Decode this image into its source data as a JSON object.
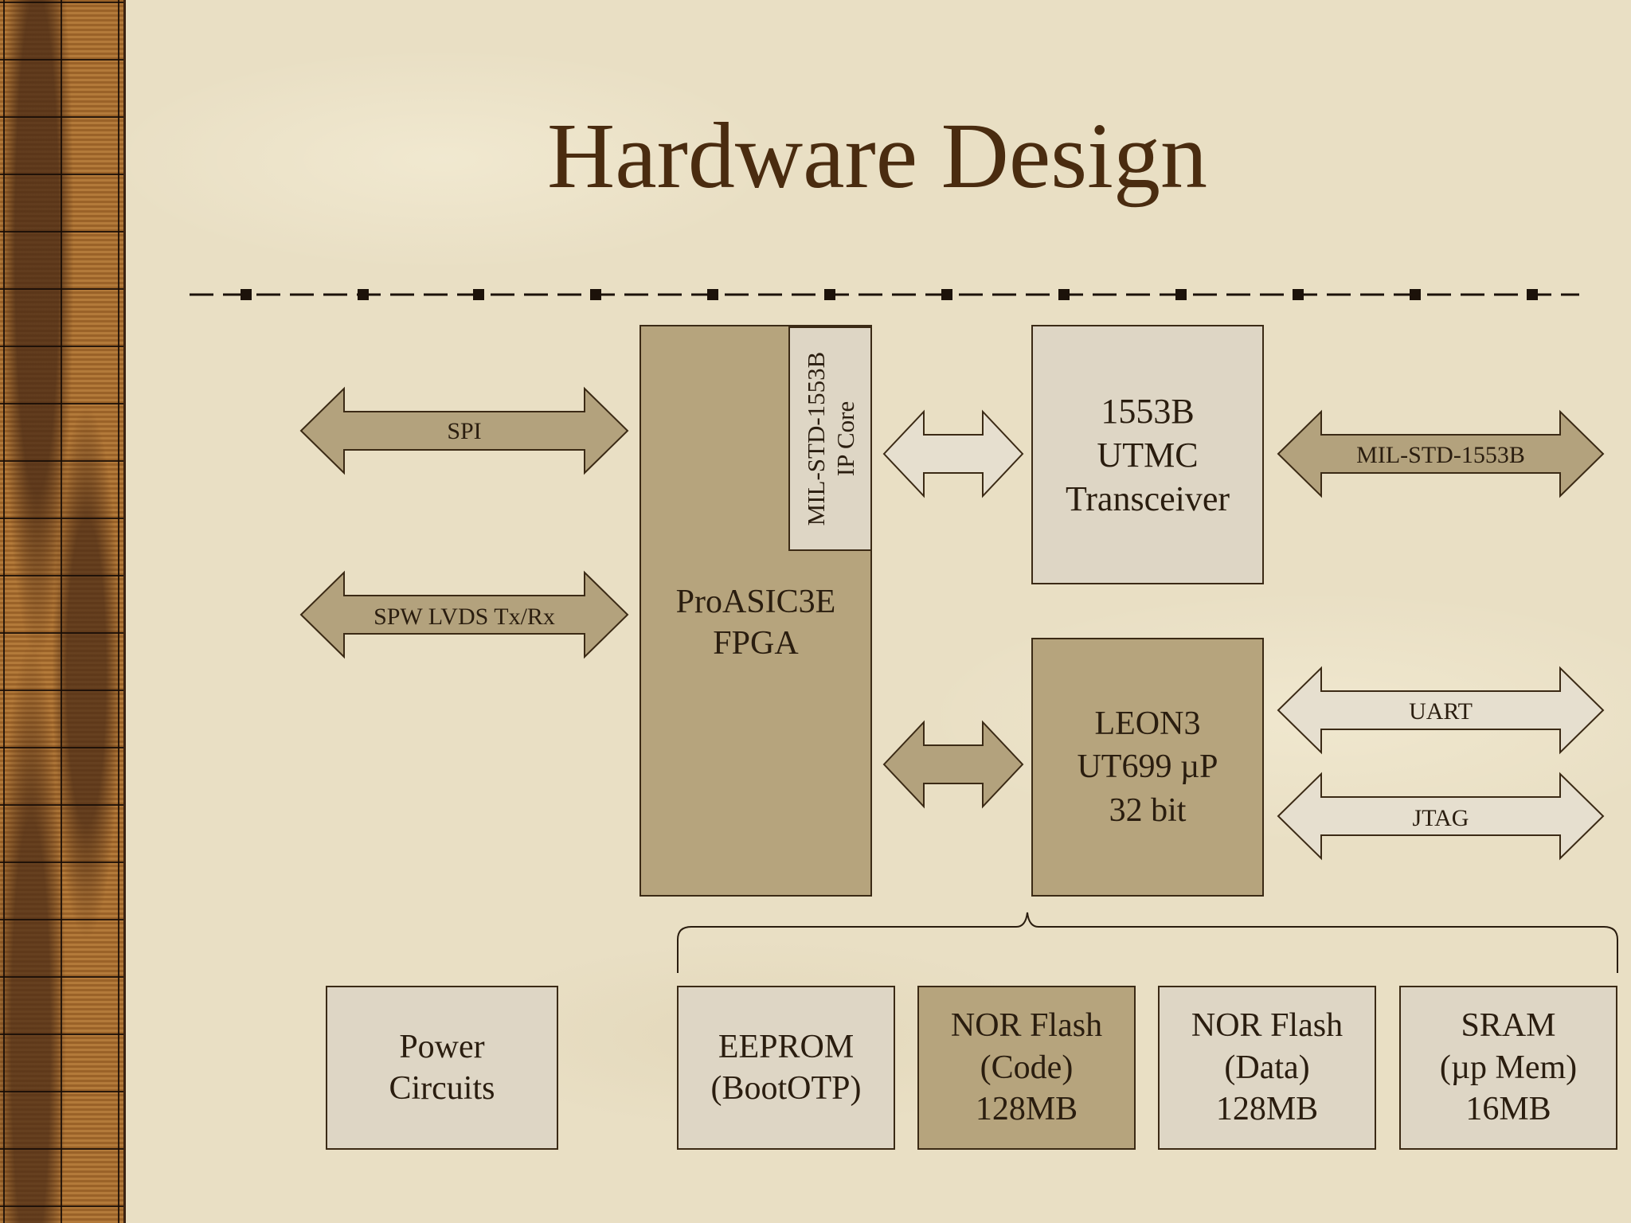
{
  "slide": {
    "title": "Hardware Design"
  },
  "fpga": {
    "label": "ProASIC3E\nFPGA",
    "ip_core": "MIL-STD-1553B\nIP Core"
  },
  "transceiver": {
    "label": "1553B\nUTMC\nTransceiver"
  },
  "processor": {
    "label": "LEON3\nUT699 µP\n32 bit"
  },
  "interfaces": {
    "spi": "SPI",
    "spw": "SPW LVDS Tx/Rx",
    "milstd": "MIL-STD-1553B",
    "uart": "UART",
    "jtag": "JTAG"
  },
  "memory": {
    "power": "Power\nCircuits",
    "eeprom": "EEPROM\n(BootOTP)",
    "nor_code": "NOR Flash\n(Code)\n128MB",
    "nor_data": "NOR Flash\n(Data)\n128MB",
    "sram": "SRAM\n(µp Mem)\n16MB"
  },
  "colors": {
    "title": "#4a2c10",
    "box_light": "#ded6c5",
    "box_dark": "#b6a47d",
    "arrow_light": "#e6dfcf",
    "arrow_dark": "#b3a27d"
  }
}
